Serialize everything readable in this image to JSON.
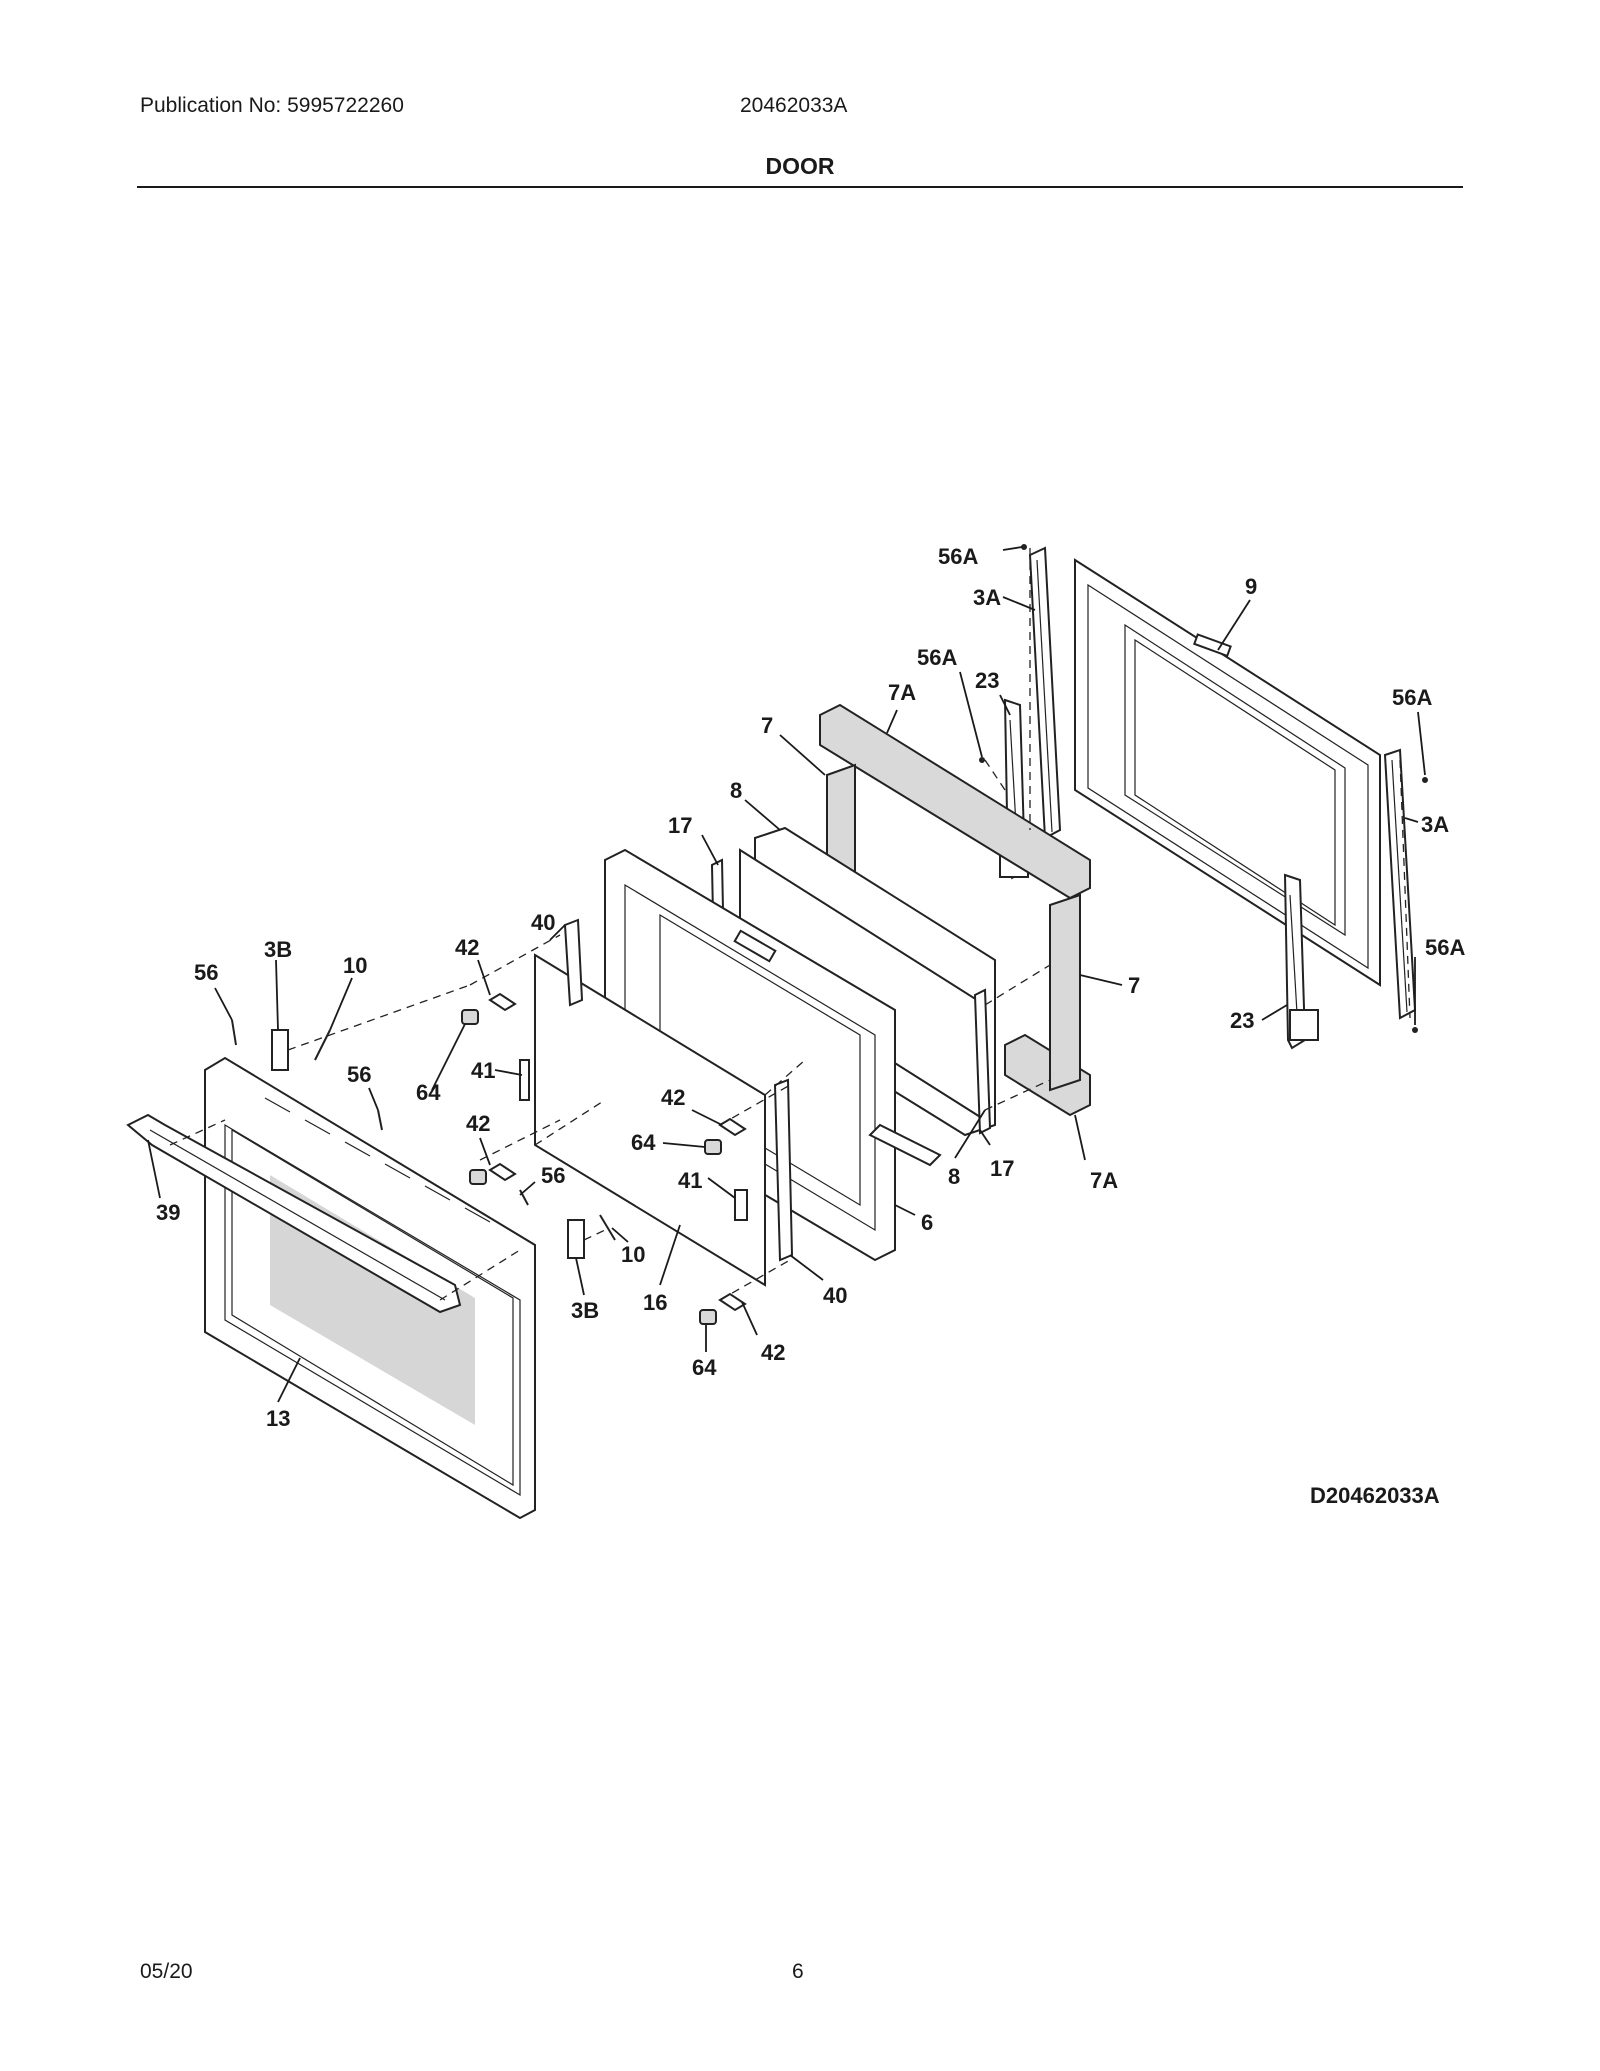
{
  "header": {
    "publication": "Publication No: 5995722260",
    "model": "20462033A",
    "title": "DOOR"
  },
  "diagram": {
    "id": "D20462033A",
    "callouts": {
      "c56A_top": "56A",
      "c9": "9",
      "c3A_top": "3A",
      "c56A_mid": "56A",
      "c7A_top": "7A",
      "c23_top": "23",
      "c7_top": "7",
      "c56A_right": "56A",
      "c8_top": "8",
      "c3A_right": "3A",
      "c17_top": "17",
      "c40_top": "40",
      "c56A_right_low": "56A",
      "c3B_top": "3B",
      "c42_top": "42",
      "c56_left": "56",
      "c10_top": "10",
      "c7_right": "7",
      "c23_right": "23",
      "c41_top": "41",
      "c56_mid": "56",
      "c64_left": "64",
      "c42_mid": "42",
      "c42_center": "42",
      "c64_center": "64",
      "c41_center": "41",
      "c8_bottom": "8",
      "c17_bottom": "17",
      "c7A_bottom": "7A",
      "c39": "39",
      "c56_low": "56",
      "c10_low": "10",
      "c6": "6",
      "c3B_low": "3B",
      "c16": "16",
      "c40_low": "40",
      "c42_low": "42",
      "c64_low": "64",
      "c13": "13"
    }
  },
  "footer": {
    "date": "05/20",
    "page": "6"
  }
}
